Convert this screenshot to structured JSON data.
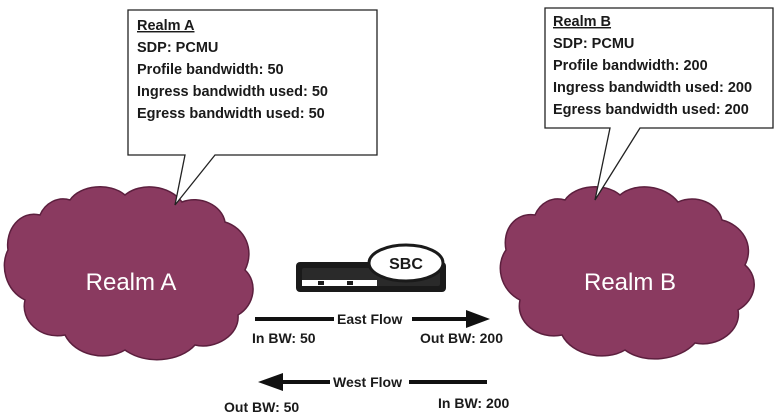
{
  "colors": {
    "cloud_fill": "#8a3a60",
    "cloud_stroke": "#5c1f3e",
    "box_stroke": "#222222",
    "arrow": "#111111",
    "device_body": "#1a1a1a"
  },
  "callout_a": {
    "title": "Realm A",
    "lines": [
      "SDP: PCMU",
      "Profile bandwidth: 50",
      "Ingress bandwidth used: 50",
      "Egress bandwidth used: 50"
    ]
  },
  "callout_b": {
    "title": "Realm B",
    "lines": [
      "SDP: PCMU",
      "Profile bandwidth: 200",
      "Ingress bandwidth used: 200",
      "Egress bandwidth used: 200"
    ]
  },
  "cloud_a": {
    "label": "Realm A"
  },
  "cloud_b": {
    "label": "Realm B"
  },
  "sbc": {
    "label": "SBC"
  },
  "east_flow": {
    "label": "East Flow",
    "in_label": "In BW: 50",
    "out_label": "Out  BW: 200"
  },
  "west_flow": {
    "label": "West Flow",
    "in_label": "In BW: 200",
    "out_label": "Out  BW: 50"
  }
}
